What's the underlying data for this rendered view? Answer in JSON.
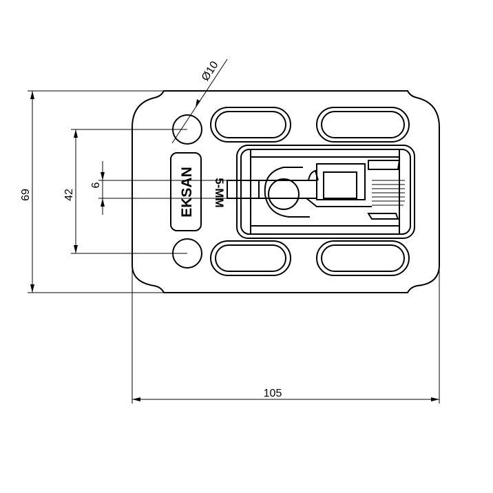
{
  "drawing": {
    "dimensions": {
      "overall_height": "69",
      "hole_spacing": "42",
      "bar_width": "6",
      "overall_width": "105",
      "hole_diameter": "Ø10"
    },
    "labels": {
      "brand": "EKSAN",
      "size": "5-MM"
    },
    "colors": {
      "line": "#000000",
      "background": "#ffffff"
    }
  }
}
